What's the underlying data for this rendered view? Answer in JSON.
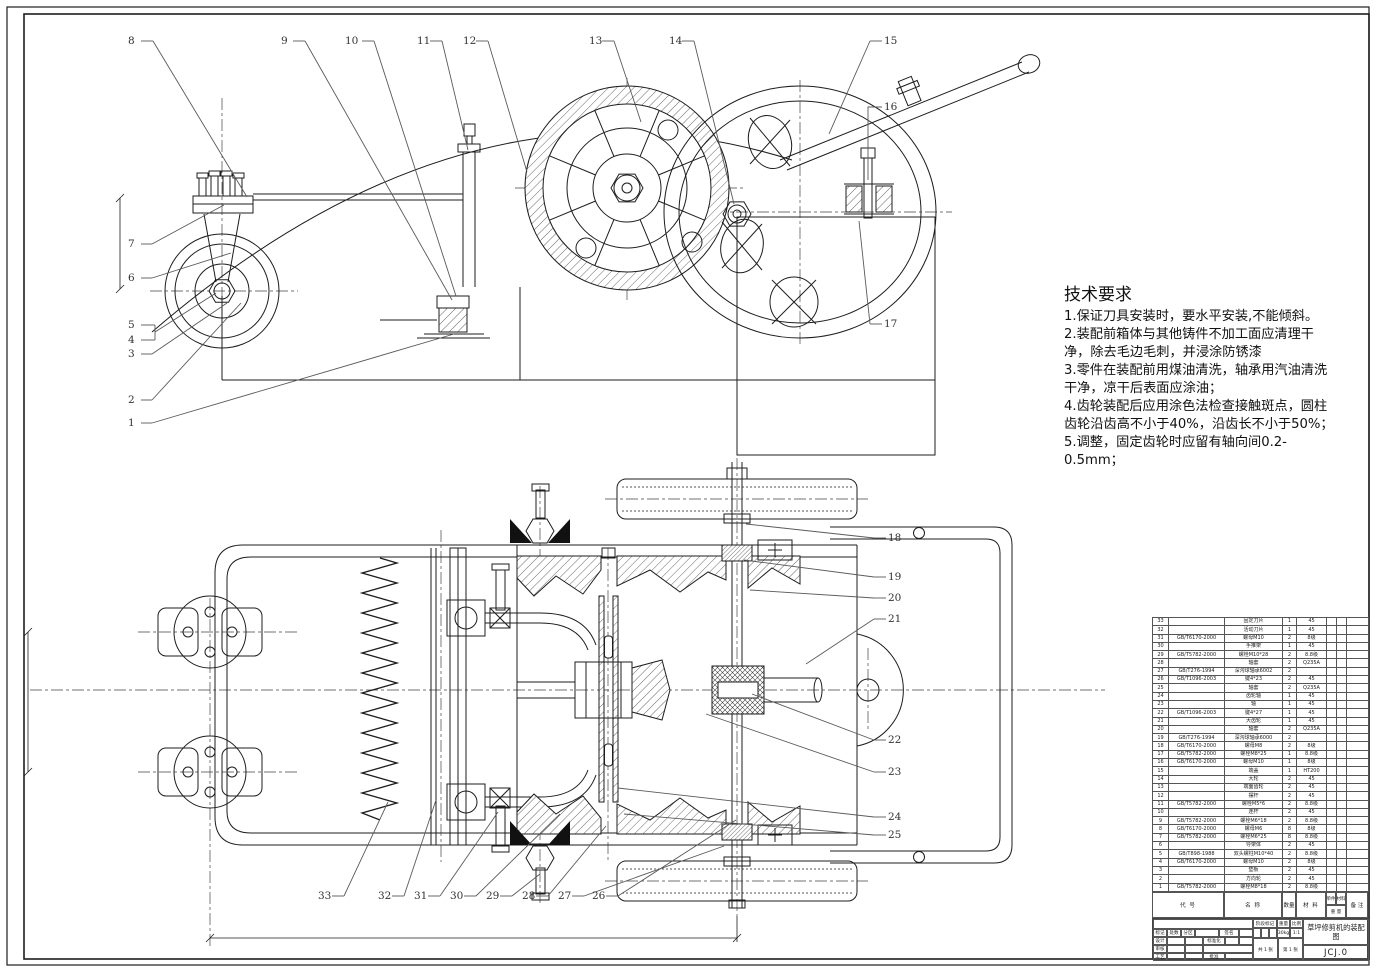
{
  "tech": {
    "title": "技术要求",
    "items": [
      "1.保证刀具安装时，要水平安装,不能倾斜。",
      "2.装配前箱体与其他铸件不加工面应清理干净，除去毛边毛刺，并浸涂防锈漆",
      "3.零件在装配前用煤油清洗，轴承用汽油清洗干净，凉干后表面应涂油；",
      "4.齿轮装配后应用涂色法检查接触斑点，圆柱齿轮沿齿高不小于40%，沿齿长不小于50%；",
      "5.调整，固定齿轮时应留有轴向间0.2-0.5mm；"
    ]
  },
  "callouts": [
    "1",
    "2",
    "3",
    "4",
    "5",
    "6",
    "7",
    "8",
    "9",
    "10",
    "11",
    "12",
    "13",
    "14",
    "15",
    "16",
    "17",
    "18",
    "19",
    "20",
    "21",
    "22",
    "23",
    "24",
    "25",
    "26",
    "27",
    "28",
    "29",
    "30",
    "31",
    "32",
    "33"
  ],
  "bom": {
    "headers": {
      "code": "代  号",
      "name": "名  称",
      "qty": "数量",
      "material": "材  料",
      "unit": "单件",
      "mat": "材料",
      "weight": "重 量",
      "remark": "备 注"
    },
    "rows": [
      [
        "33",
        "",
        "固定刀片",
        "1",
        "45",
        "",
        "",
        ""
      ],
      [
        "32",
        "",
        "活动刀片",
        "1",
        "45",
        "",
        "",
        ""
      ],
      [
        "31",
        "GB/T6170-2000",
        "螺母M10",
        "2",
        "8级",
        "",
        "",
        ""
      ],
      [
        "30",
        "",
        "手推架",
        "1",
        "45",
        "",
        "",
        ""
      ],
      [
        "29",
        "GB/T5782-2000",
        "螺栓M10*28",
        "2",
        "8.8级",
        "",
        "",
        ""
      ],
      [
        "28",
        "",
        "轴套",
        "2",
        "Q235A",
        "",
        "",
        ""
      ],
      [
        "27",
        "GB/T276-1994",
        "深沟球轴承6002",
        "2",
        "",
        "",
        "",
        ""
      ],
      [
        "26",
        "GB/T1096-2003",
        "键4*23",
        "2",
        "45",
        "",
        "",
        ""
      ],
      [
        "25",
        "",
        "轴套",
        "2",
        "Q235A",
        "",
        "",
        ""
      ],
      [
        "24",
        "",
        "齿轮轴",
        "1",
        "45",
        "",
        "",
        ""
      ],
      [
        "23",
        "",
        "轴",
        "1",
        "45",
        "",
        "",
        ""
      ],
      [
        "22",
        "GB/T1096-2003",
        "键4*27",
        "1",
        "45",
        "",
        "",
        ""
      ],
      [
        "21",
        "",
        "大齿轮",
        "1",
        "45",
        "",
        "",
        ""
      ],
      [
        "20",
        "",
        "轴套",
        "2",
        "Q235A",
        "",
        "",
        ""
      ],
      [
        "19",
        "GB/T276-1994",
        "深沟球轴承6000",
        "2",
        "",
        "",
        "",
        ""
      ],
      [
        "18",
        "GB/T6170-2000",
        "螺母M8",
        "2",
        "8级",
        "",
        "",
        ""
      ],
      [
        "17",
        "GB/T5782-2000",
        "螺栓M8*25",
        "1",
        "8.8级",
        "",
        "",
        ""
      ],
      [
        "16",
        "GB/T6170-2000",
        "螺母M10",
        "1",
        "8级",
        "",
        "",
        ""
      ],
      [
        "15",
        "",
        "端盖",
        "1",
        "HT200",
        "",
        "",
        ""
      ],
      [
        "14",
        "",
        "大轮",
        "2",
        "45",
        "",
        "",
        ""
      ],
      [
        "13",
        "",
        "端面齿轮",
        "2",
        "45",
        "",
        "",
        ""
      ],
      [
        "12",
        "",
        "摆杆",
        "2",
        "45",
        "",
        "",
        ""
      ],
      [
        "11",
        "GB/T5782-2000",
        "螺栓M5*6",
        "2",
        "8.8级",
        "",
        "",
        ""
      ],
      [
        "10",
        "",
        "连杆",
        "2",
        "45",
        "",
        "",
        ""
      ],
      [
        "9",
        "GB/T5782-2000",
        "螺栓M6*18",
        "2",
        "8.8级",
        "",
        "",
        ""
      ],
      [
        "8",
        "GB/T6170-2000",
        "螺母M6",
        "8",
        "8级",
        "",
        "",
        ""
      ],
      [
        "7",
        "GB/T5782-2000",
        "螺栓M6*25",
        "8",
        "8.8级",
        "",
        "",
        ""
      ],
      [
        "6",
        "",
        "导架体",
        "2",
        "45",
        "",
        "",
        ""
      ],
      [
        "5",
        "GB/T898-1988",
        "双头螺柱M10*40",
        "2",
        "8.8级",
        "",
        "",
        ""
      ],
      [
        "4",
        "GB/T6170-2000",
        "螺母M10",
        "2",
        "8级",
        "",
        "",
        ""
      ],
      [
        "3",
        "",
        "垫板",
        "2",
        "45",
        "",
        "",
        ""
      ],
      [
        "2",
        "",
        "方向轮",
        "2",
        "45",
        "",
        "",
        ""
      ],
      [
        "1",
        "GB/T5782-2000",
        "螺栓M8*18",
        "2",
        "8.8级",
        "",
        "",
        ""
      ]
    ]
  },
  "tb": {
    "labels": {
      "mark": "标记",
      "count": "处数",
      "zone": "分区",
      "sign": "签名",
      "design": "设计",
      "standardize": "标准化",
      "audit": "审核",
      "process": "工艺",
      "approve": "批准",
      "stage": "阶段标记",
      "weight": "重量",
      "scale": "比例"
    },
    "values": {
      "weight": "30kg",
      "scale": "1:1",
      "sheet_total": "共 1 张",
      "sheet_no": "第 1 张",
      "title": "草坪修剪机的装配图",
      "code": "JCJ.0"
    }
  }
}
